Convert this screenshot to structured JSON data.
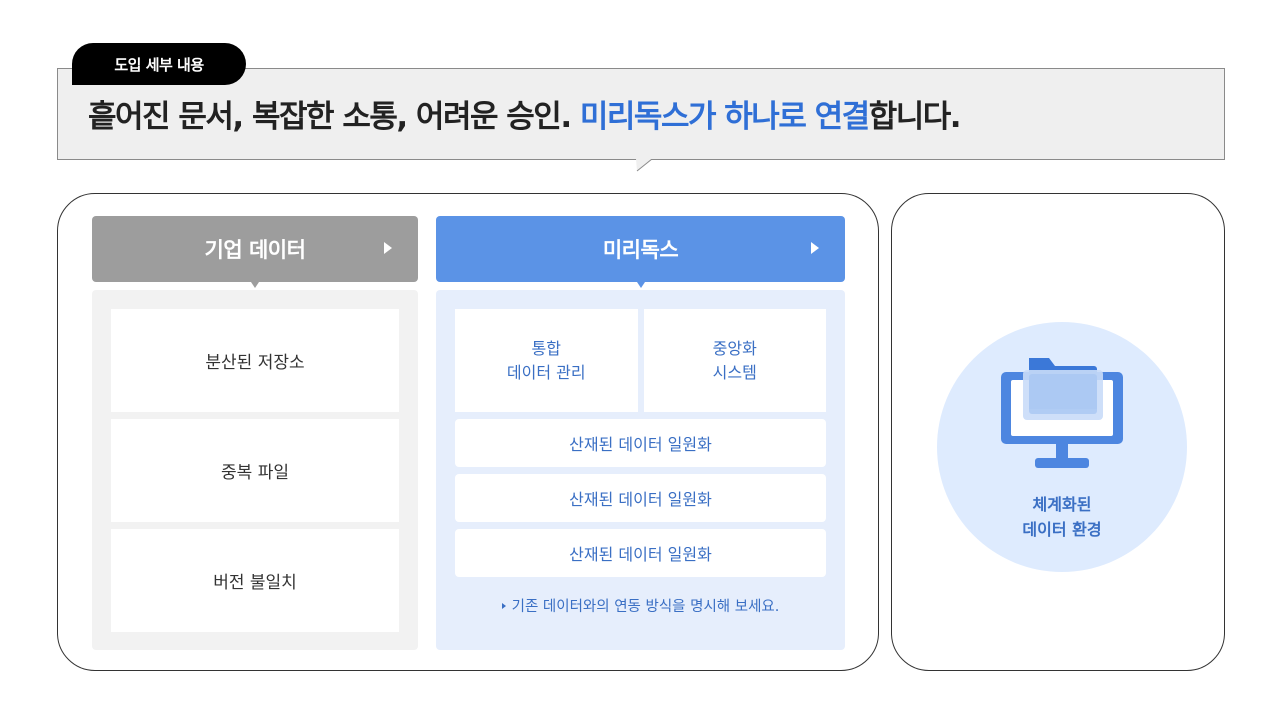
{
  "header": {
    "tag": "도입 세부 내용",
    "headline_part1": "흩어진 문서, 복잡한 소통, 어려운 승인. ",
    "headline_highlight": "미리독스가 하나로 연결",
    "headline_part2": "합니다."
  },
  "left_column": {
    "title": "기업 데이터",
    "items": [
      "분산된 저장소",
      "중복 파일",
      "버전 불일치"
    ]
  },
  "right_column": {
    "title": "미리독스",
    "top_cells": [
      {
        "line1": "통합",
        "line2": "데이터 관리"
      },
      {
        "line1": "중앙화",
        "line2": "시스템"
      }
    ],
    "items": [
      "산재된 데이터 일원화",
      "산재된 데이터 일원화",
      "산재된 데이터 일원화"
    ],
    "note": "기존 데이터와의 연동 방식을 명시해 보세요."
  },
  "side": {
    "label_line1": "체계화된",
    "label_line2": "데이터 환경",
    "icon": "monitor-folder-icon"
  },
  "colors": {
    "accent_blue": "#5b93e6",
    "text_blue": "#3a6fc4",
    "headline_blue": "#2f6fd6",
    "gray_header": "#9d9d9d"
  }
}
